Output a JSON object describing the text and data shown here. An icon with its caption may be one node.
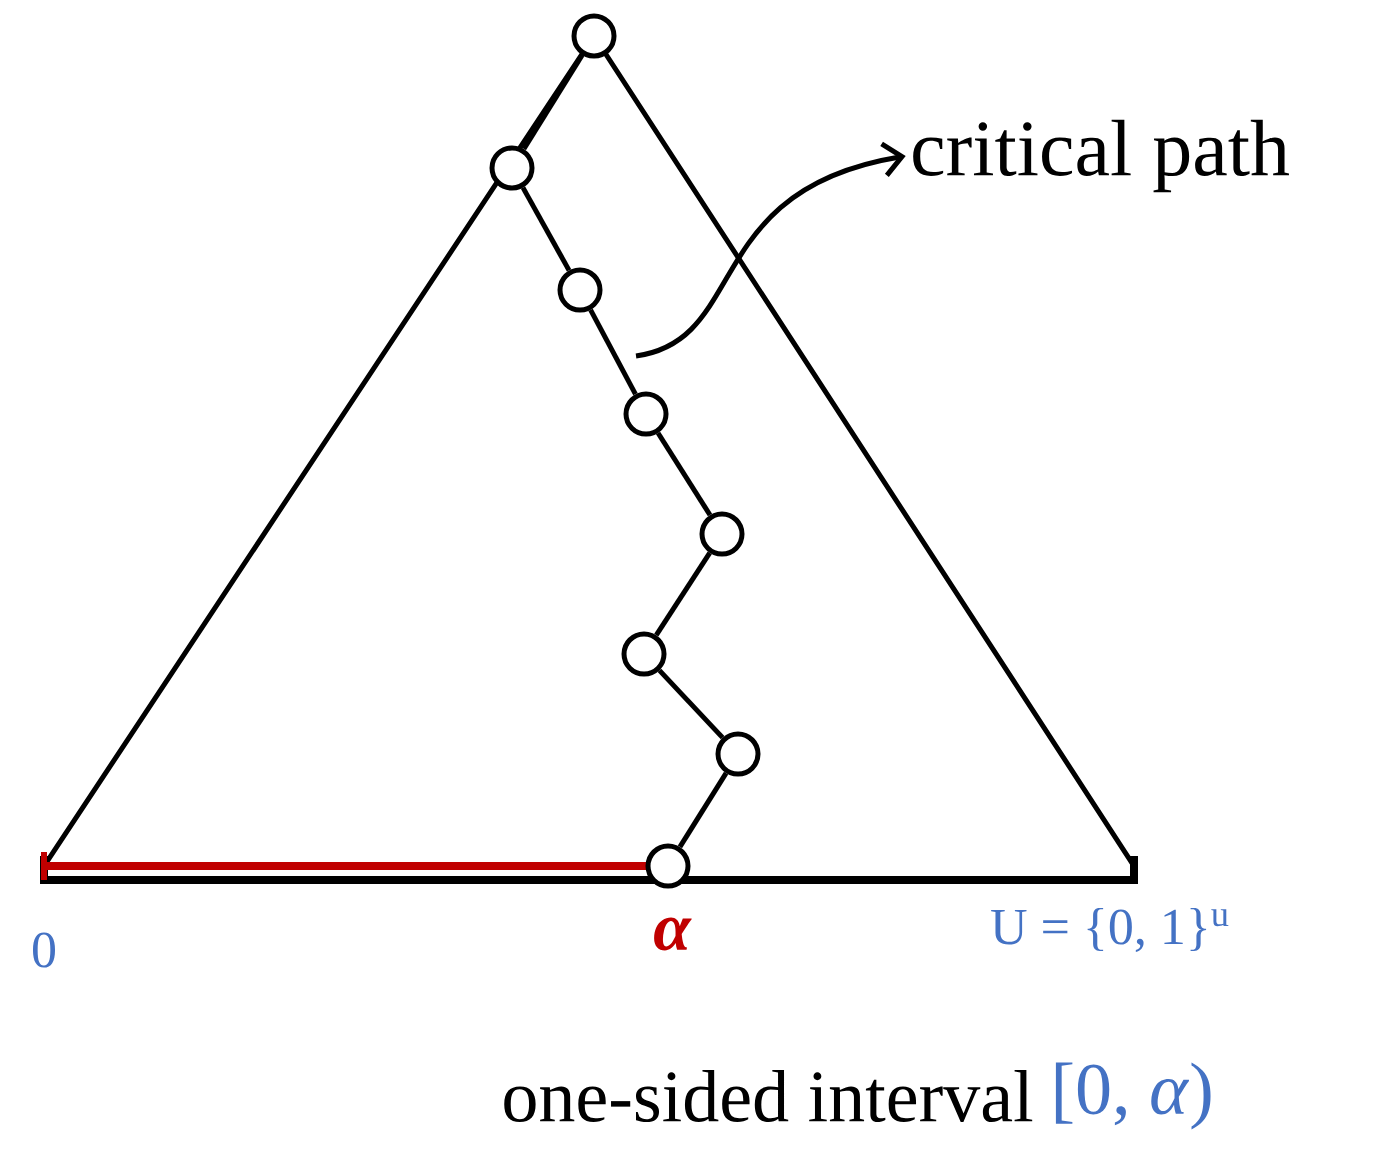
{
  "diagram": {
    "nodes": [
      {
        "text": [],
        "shape": "circle"
      },
      {
        "text": [],
        "shape": "circle"
      },
      {
        "text": [],
        "shape": "circle"
      },
      {
        "text": [],
        "shape": "circle"
      },
      {
        "text": [],
        "shape": "circle"
      },
      {
        "text": [],
        "shape": "circle"
      },
      {
        "text": [],
        "shape": "circle"
      },
      {
        "text": [],
        "shape": "circle"
      },
      {
        "text": [
          "critical path"
        ]
      }
    ],
    "edges": [
      {
        "from": 0,
        "to": 1,
        "arrow": "none"
      },
      {
        "from": 1,
        "to": 2,
        "arrow": "none"
      },
      {
        "from": 2,
        "to": 3,
        "arrow": "none"
      },
      {
        "from": 3,
        "to": 4,
        "arrow": "none"
      },
      {
        "from": 4,
        "to": 5,
        "arrow": "none"
      },
      {
        "from": 5,
        "to": 6,
        "arrow": "none"
      },
      {
        "from": 6,
        "to": 7,
        "arrow": "none"
      },
      {
        "from": null,
        "to": 8,
        "arrow": "to"
      }
    ],
    "labels": [
      "0",
      "α",
      "U = {0, 1}$^{u}$",
      "one-sided interval",
      "[0, *α*)"
    ]
  }
}
